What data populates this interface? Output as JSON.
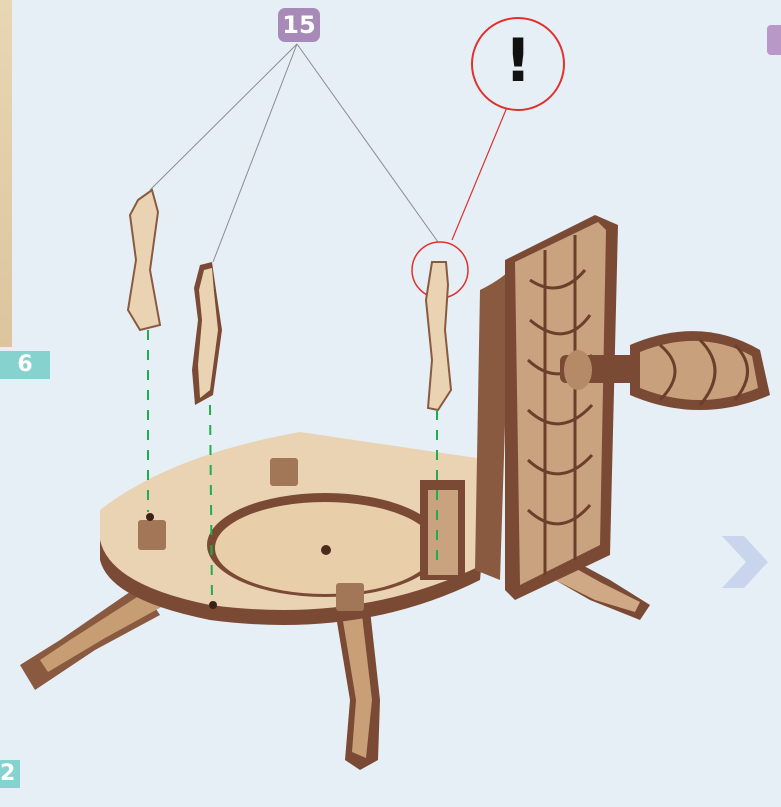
{
  "steps": {
    "left_step": "6",
    "bottom_step": "2"
  },
  "part": {
    "number": "15"
  },
  "warning": {
    "symbol": "!",
    "color": "#e0312b"
  },
  "colors": {
    "background": "#e6eff6",
    "wood_light": "#e8cdaa",
    "wood_dark": "#7a4a35",
    "guide": "#1fae4c",
    "step_badge": "#86d2cf",
    "part_badge": "#a88ab8"
  },
  "icons": {
    "next": "chevron-right-icon"
  }
}
